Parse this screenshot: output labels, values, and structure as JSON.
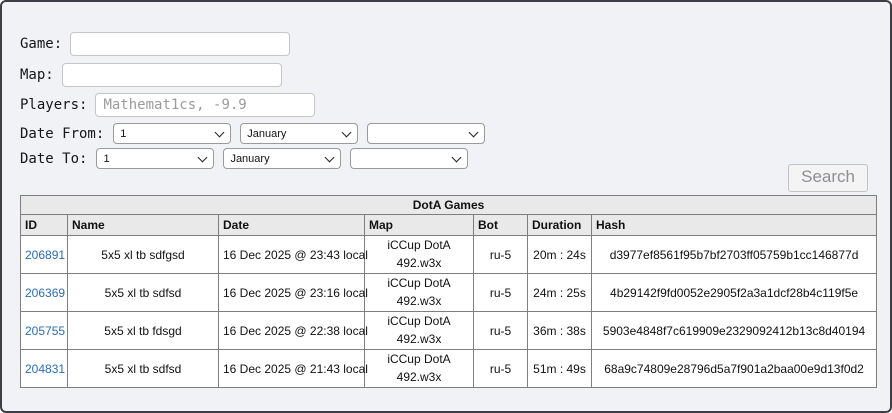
{
  "form": {
    "game_label": "Game:",
    "map_label": "Map:",
    "players_label": "Players:",
    "players_value": "Mathemat1cs, -9.9",
    "date_from_label": "Date From:",
    "date_to_label": "Date To:",
    "date_from": {
      "day": "1",
      "month": "January",
      "year": ""
    },
    "date_to": {
      "day": "1",
      "month": "January",
      "year": ""
    },
    "search_label": "Search"
  },
  "table": {
    "title": "DotA Games",
    "columns": [
      {
        "label": "ID"
      },
      {
        "label": "Name"
      },
      {
        "label": "Date"
      },
      {
        "label": "Map"
      },
      {
        "label": "Bot"
      },
      {
        "label": "Duration"
      },
      {
        "label": "Hash"
      }
    ],
    "rows": [
      {
        "id": "206891",
        "name": "5x5 xl tb sdfgsd",
        "date": "16 Dec 2025 @ 23:43 local",
        "map": "iCCup DotA 492.w3x",
        "bot": "ru-5",
        "duration": "20m : 24s",
        "hash": "d3977ef8561f95b7bf2703ff05759b1cc146877d"
      },
      {
        "id": "206369",
        "name": "5x5 xl tb sdfsd",
        "date": "16 Dec 2025 @ 23:16 local",
        "map": "iCCup DotA 492.w3x",
        "bot": "ru-5",
        "duration": "24m : 25s",
        "hash": "4b29142f9fd0052e2905f2a3a1dcf28b4c119f5e"
      },
      {
        "id": "205755",
        "name": "5x5 xl tb fdsgd",
        "date": "16 Dec 2025 @ 22:38 local",
        "map": "iCCup DotA 492.w3x",
        "bot": "ru-5",
        "duration": "36m : 38s",
        "hash": "5903e4848f7c619909e2329092412b13c8d40194"
      },
      {
        "id": "204831",
        "name": "5x5 xl tb sdfsd",
        "date": "16 Dec 2025 @ 21:43 local",
        "map": "iCCup DotA 492.w3x",
        "bot": "ru-5",
        "duration": "51m : 49s",
        "hash": "68a9c74809e28796d5a7f901a2baa00e9d13f0d2"
      }
    ]
  },
  "colors": {
    "background": "#f1f2f6",
    "frame_border": "#3d3d46",
    "table_border": "#7e7e7e",
    "header_bg": "#e9e9e9",
    "link_blue": "#2a6db8",
    "muted_text": "#9b9b9b"
  }
}
